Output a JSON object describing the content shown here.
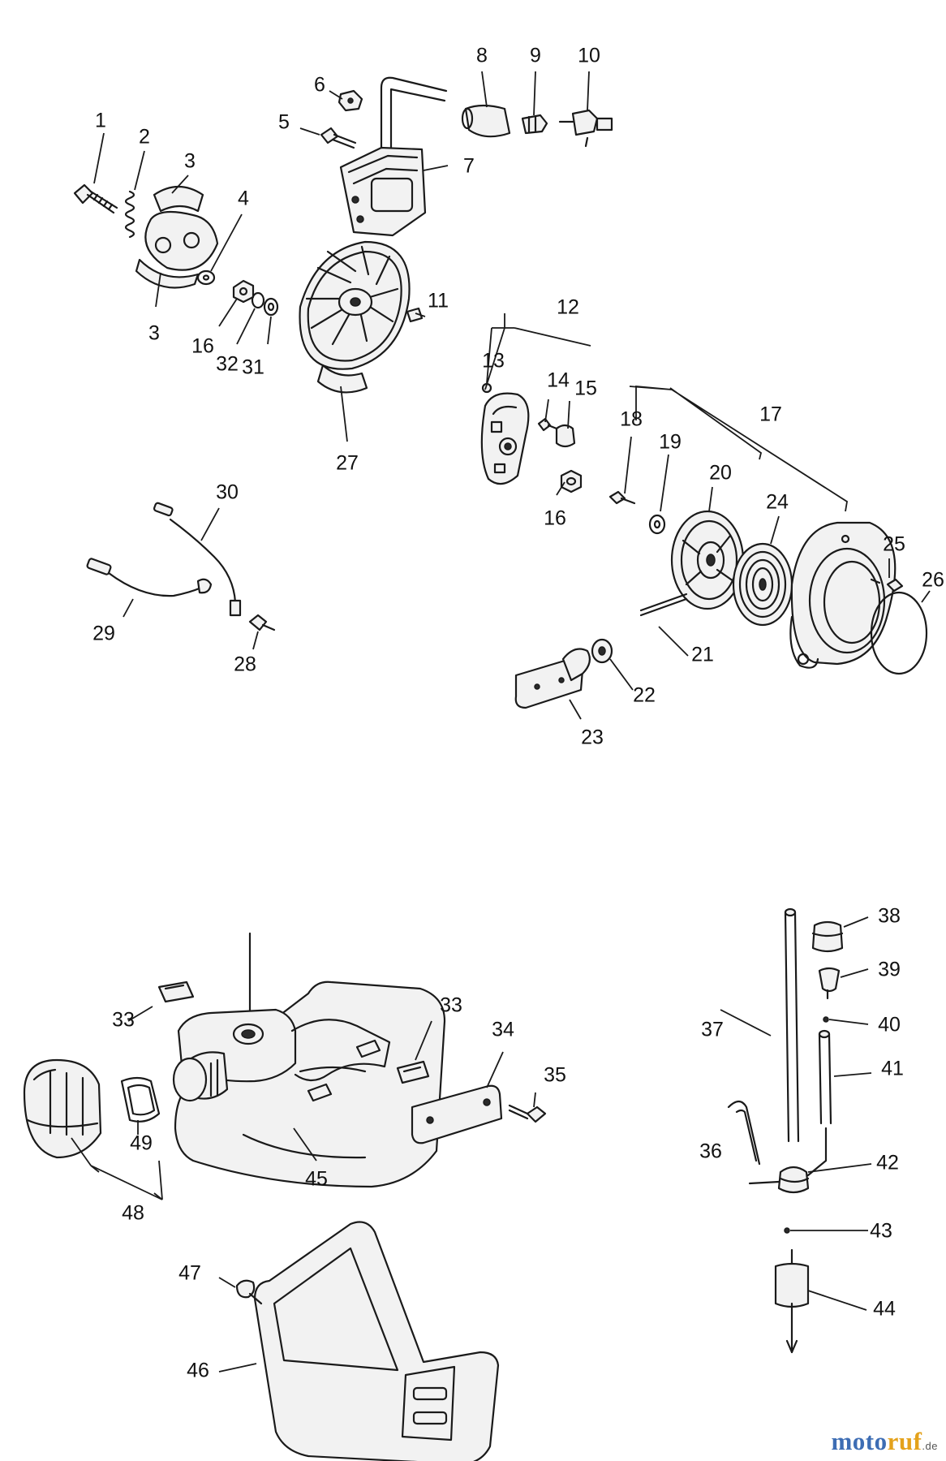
{
  "diagram": {
    "callouts": [
      "1",
      "2",
      "3",
      "3",
      "4",
      "5",
      "6",
      "7",
      "8",
      "9",
      "10",
      "11",
      "12",
      "13",
      "14",
      "15",
      "16",
      "16",
      "17",
      "18",
      "19",
      "20",
      "21",
      "22",
      "23",
      "24",
      "25",
      "26",
      "27",
      "28",
      "29",
      "30",
      "31",
      "32",
      "33",
      "33",
      "34",
      "35",
      "36",
      "37",
      "38",
      "39",
      "40",
      "41",
      "42",
      "43",
      "44",
      "45",
      "46",
      "47",
      "48",
      "49"
    ]
  },
  "watermark": {
    "part1": "moto",
    "part2": "ruf",
    "tld": ".de",
    "color_primary": "#3d6db4",
    "color_secondary": "#e4a21c"
  }
}
